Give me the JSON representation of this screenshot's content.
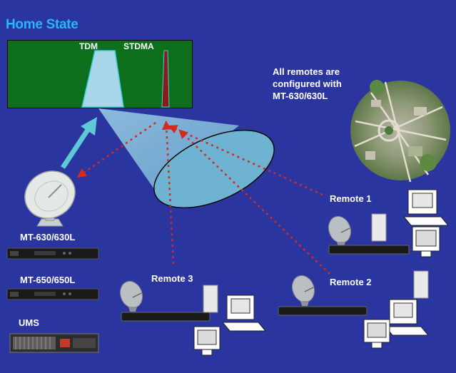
{
  "title": "Home State",
  "spectrum": {
    "tdm_label": "TDM",
    "stdma_label": "STDMA"
  },
  "note": "All remotes are configured with MT-630/630L",
  "hub": {
    "modem1_label": "MT-630/630L",
    "modem2_label": "MT-650/650L",
    "ums_label": "UMS"
  },
  "remotes": [
    {
      "label": "Remote 1"
    },
    {
      "label": "Remote 2"
    },
    {
      "label": "Remote 3"
    }
  ],
  "colors": {
    "background": "#2a35a0",
    "title": "#2bb4ff",
    "spectrum_bg": "#0d6e1c",
    "tdm_carrier": "#a9d6e8",
    "stdma_carrier": "#8b1a1a",
    "beam": "#8fc6e0",
    "arrow_up": "#5ec8d6",
    "link_dotted": "#d42a20"
  },
  "icons": [
    "satellite-dish-icon",
    "modem-device-icon",
    "server-rack-icon",
    "computer-tower-icon",
    "crt-monitor-icon",
    "city-aerial-image"
  ]
}
